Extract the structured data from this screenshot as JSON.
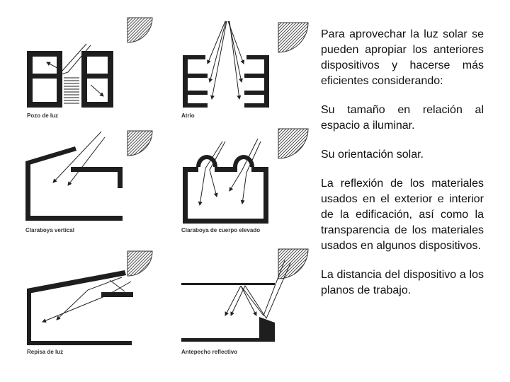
{
  "captions": {
    "pozo": "Pozo de luz",
    "atrio": "Atrio",
    "claraboya_vertical": "Claraboya vertical",
    "claraboya_elevado": "Claraboya de cuerpo elevado",
    "repisa": "Repisa de luz",
    "antepecho": "Antepecho reflectivo"
  },
  "paragraphs": [
    "Para aprovechar la luz solar se pueden apropiar los anteriores dispositivos y hacerse más eficientes considerando:",
    "Su tamaño en relación al espacio a iluminar.",
    "Su orientación solar.",
    "La reflexión de los materiales usados en el exterior e interior de la edificación, así como la transparencia de los materiales usados en algunos dispositivos.",
    "La distancia del dispositivo a los planos de trabajo."
  ],
  "colors": {
    "ink": "#1a1a1a",
    "sun": "#3a3a3a",
    "background": "#ffffff"
  },
  "icons": [
    "sun-icon"
  ]
}
